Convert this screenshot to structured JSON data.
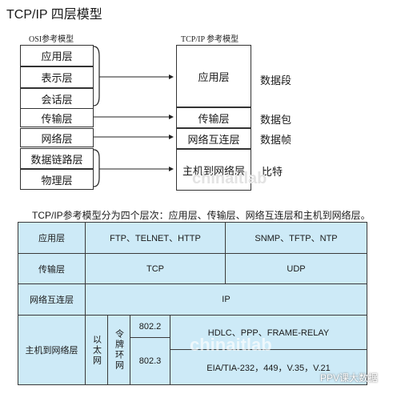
{
  "title": "TCP/IP 四层模型",
  "osi_header": "OSI参考模型",
  "tcpip_header": "TCP/IP 参考模型",
  "osi_layers": [
    "应用层",
    "表示层",
    "会话层",
    "传输层",
    "网络层",
    "数据链路层",
    "物理层"
  ],
  "tcpip_layers": [
    "应用层",
    "传输层",
    "网络互连层",
    "主机到网络层"
  ],
  "data_units": [
    "数据段",
    "数据包",
    "数据帧",
    "比特"
  ],
  "watermark_text": "chinaitlab",
  "subtitle": "TCP/IP参考模型分为四个层次：应用层、传输层、网络互连层和主机到网络层。",
  "table": {
    "layers": [
      "应用层",
      "传输层",
      "网络互连层",
      "主机到网络层"
    ],
    "app_protocols_1": "FTP、TELNET、HTTP",
    "app_protocols_2": "SNMP、TFTP、NTP",
    "tcp": "TCP",
    "udp": "UDP",
    "ip": "IP",
    "ethernet": "以太网",
    "token_ring": "令牌环网",
    "std_8022": "802.2",
    "std_8023": "802.3",
    "link_protocols": "HDLC、PPP、FRAME-RELAY",
    "physical_standards": "EIA/TIA-232，449，V.35，V.21"
  },
  "brand_mark": "PPV课大数据"
}
